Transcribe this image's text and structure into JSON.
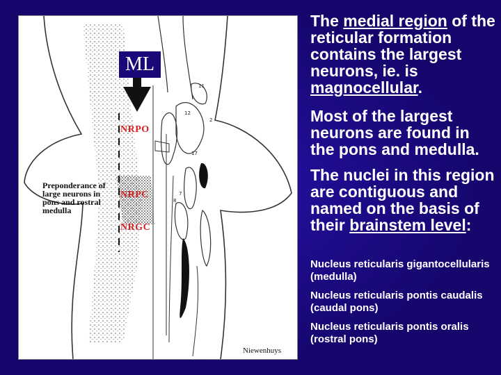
{
  "figure": {
    "ml_label": "ML",
    "nrpo_label": "NRPO",
    "nrpc_label": "NRPC",
    "nrgc_label": "NRGC",
    "annotation_lines": [
      "Preponderance of",
      "large neurons in",
      "pons and rostral",
      "medulla"
    ],
    "credit": "Niewenhuys",
    "colors": {
      "label_red": "#d42020",
      "ml_box": "#1a0878"
    }
  },
  "text": {
    "p1_a": "The ",
    "p1_u1": "medial region",
    "p1_b": " of the reticular formation contains the largest neurons, ie. is ",
    "p1_u2": "magnocellular",
    "p1_c": ".",
    "p2": "Most of the largest neurons are found in the pons and medulla.",
    "p3_a": "The nuclei in this region are contiguous and named on the basis of their ",
    "p3_u": "brainstem level",
    "p3_b": ":",
    "nuclei": [
      "Nucleus reticularis gigantocellularis (medulla)",
      "Nucleus reticularis pontis caudalis (caudal pons)",
      "Nucleus reticularis pontis oralis (rostral pons)"
    ]
  },
  "colors": {
    "background": "#1a0878",
    "text": "#ffffff"
  }
}
